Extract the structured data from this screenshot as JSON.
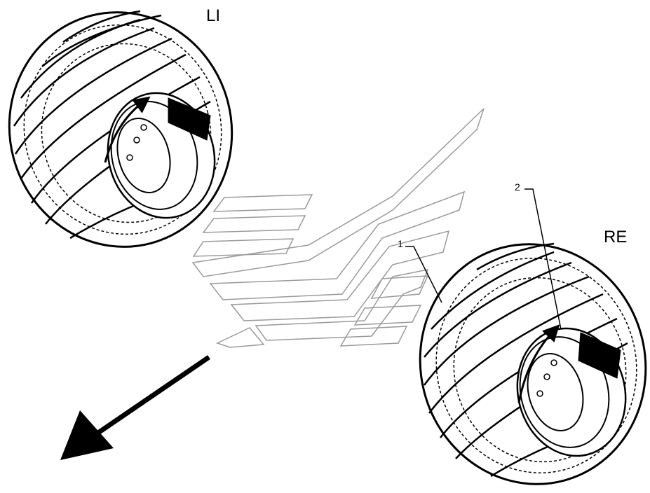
{
  "labels": {
    "left_wheel": "LI",
    "right_wheel": "RE",
    "callout_1": "1",
    "callout_2": "2"
  },
  "icons": {
    "left_tire": "tire-icon",
    "right_tire": "tire-icon",
    "rotation_arrow": "curved-arrow-icon",
    "direction_arrow": "arrow-down-left-icon",
    "watermark_logo": "logo-watermark"
  },
  "colors": {
    "ink": "#000000",
    "watermark": "#9a9a9a",
    "background": "#ffffff"
  }
}
